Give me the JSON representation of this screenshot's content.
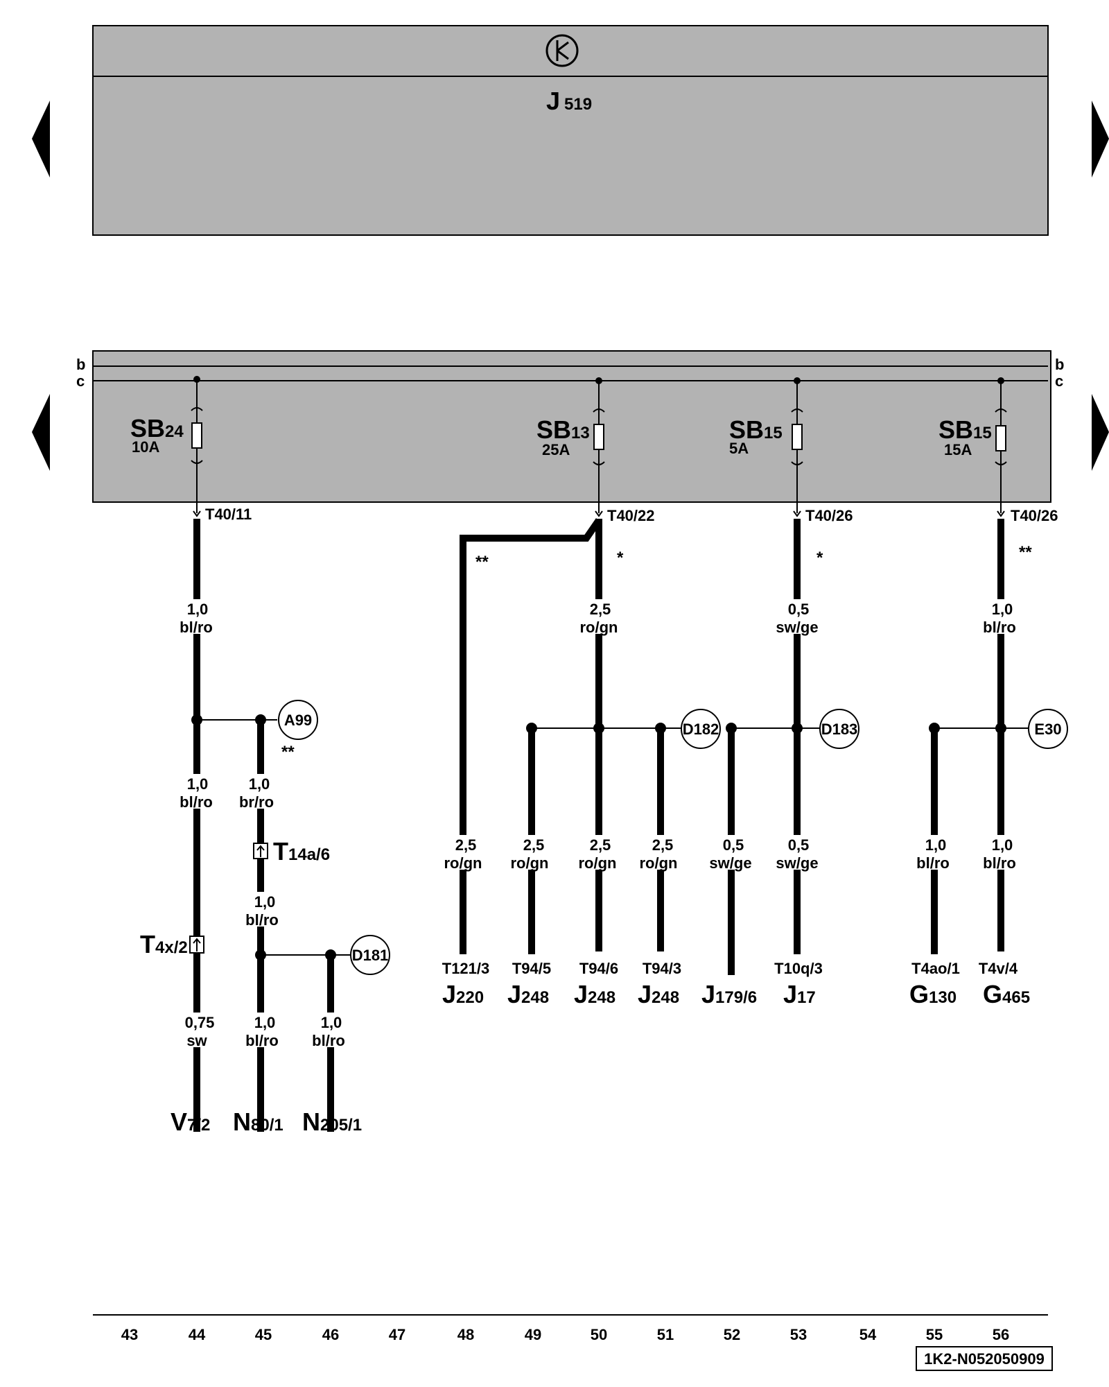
{
  "module_top": {
    "name": "J",
    "sub": "519",
    "icon": "cpu-symbol-icon"
  },
  "module_bottom": {
    "bus_labels": [
      "b",
      "c"
    ]
  },
  "nav": {
    "left_arrow": "left-arrow-icon",
    "right_arrow": "right-arrow-icon"
  },
  "fuses": [
    {
      "id": "SB24",
      "name": "SB",
      "sub": "24",
      "rating": "10A",
      "terminal": "T40/11"
    },
    {
      "id": "SB13",
      "name": "SB",
      "sub": "13",
      "rating": "25A",
      "terminal": "T40/22"
    },
    {
      "id": "SB15a",
      "name": "SB",
      "sub": "15",
      "rating": "5A",
      "terminal": "T40/26"
    },
    {
      "id": "SB15b",
      "name": "SB",
      "sub": "15",
      "rating": "15A",
      "terminal": "T40/26"
    }
  ],
  "stars": [
    "**",
    "*",
    "*",
    "**",
    "**"
  ],
  "wire_labels": [
    {
      "size": "1,0",
      "color": "bl/ro"
    },
    {
      "size": "2,5",
      "color": "ro/gn"
    },
    {
      "size": "0,5",
      "color": "sw/ge"
    },
    {
      "size": "1,0",
      "color": "bl/ro"
    },
    {
      "size": "1,0",
      "color": "bl/ro"
    },
    {
      "size": "1,0",
      "color": "br/ro"
    },
    {
      "size": "1,0",
      "color": "bl/ro"
    },
    {
      "size": "0,75",
      "color": "sw"
    },
    {
      "size": "1,0",
      "color": "bl/ro"
    },
    {
      "size": "1,0",
      "color": "bl/ro"
    },
    {
      "size": "2,5",
      "color": "ro/gn"
    },
    {
      "size": "2,5",
      "color": "ro/gn"
    },
    {
      "size": "2,5",
      "color": "ro/gn"
    },
    {
      "size": "2,5",
      "color": "ro/gn"
    },
    {
      "size": "0,5",
      "color": "sw/ge"
    },
    {
      "size": "0,5",
      "color": "sw/ge"
    },
    {
      "size": "1,0",
      "color": "bl/ro"
    },
    {
      "size": "1,0",
      "color": "bl/ro"
    }
  ],
  "nodes": [
    "A99",
    "D182",
    "D183",
    "E30",
    "D181"
  ],
  "connectors": [
    {
      "name": "T",
      "sub": "14a/6"
    },
    {
      "name": "T",
      "sub": "4x/2"
    }
  ],
  "terminals": [
    "T121/3",
    "T94/5",
    "T94/6",
    "T94/3",
    "T10q/3",
    "T4ao/1",
    "T4v/4"
  ],
  "components": [
    {
      "name": "J",
      "sub": "220"
    },
    {
      "name": "J",
      "sub": "248"
    },
    {
      "name": "J",
      "sub": "248"
    },
    {
      "name": "J",
      "sub": "248"
    },
    {
      "name": "J",
      "sub": "179/6"
    },
    {
      "name": "J",
      "sub": "17"
    },
    {
      "name": "G",
      "sub": "130"
    },
    {
      "name": "G",
      "sub": "465"
    },
    {
      "name": "V",
      "sub": "7/2"
    },
    {
      "name": "N",
      "sub": "80/1"
    },
    {
      "name": "N",
      "sub": "205/1"
    }
  ],
  "columns": [
    "43",
    "44",
    "45",
    "46",
    "47",
    "48",
    "49",
    "50",
    "51",
    "52",
    "53",
    "54",
    "55",
    "56"
  ],
  "footer_code": "1K2-N052050909",
  "colors": {
    "module_fill": "#b3b3b3",
    "line": "#000000"
  }
}
